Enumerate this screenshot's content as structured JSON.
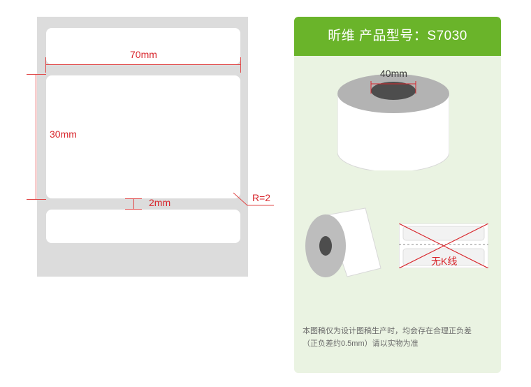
{
  "diagram": {
    "width_label": "70mm",
    "height_label": "30mm",
    "gap_label": "2mm",
    "radius_label": "R=2"
  },
  "panel": {
    "title": "昕维 产品型号：S7030",
    "core_label": "40mm",
    "no_perforation_label": "无K线",
    "note_line1": "本图稿仅为设计图稿生产时，均会存在合理正负差",
    "note_line2": "（正负差约0.5mm）请以实物为准"
  },
  "colors": {
    "accent_green": "#6ab42a",
    "panel_bg": "#eaf3e2",
    "dimension_red": "#d8262c",
    "sheet_gray": "#dcdcdc"
  }
}
